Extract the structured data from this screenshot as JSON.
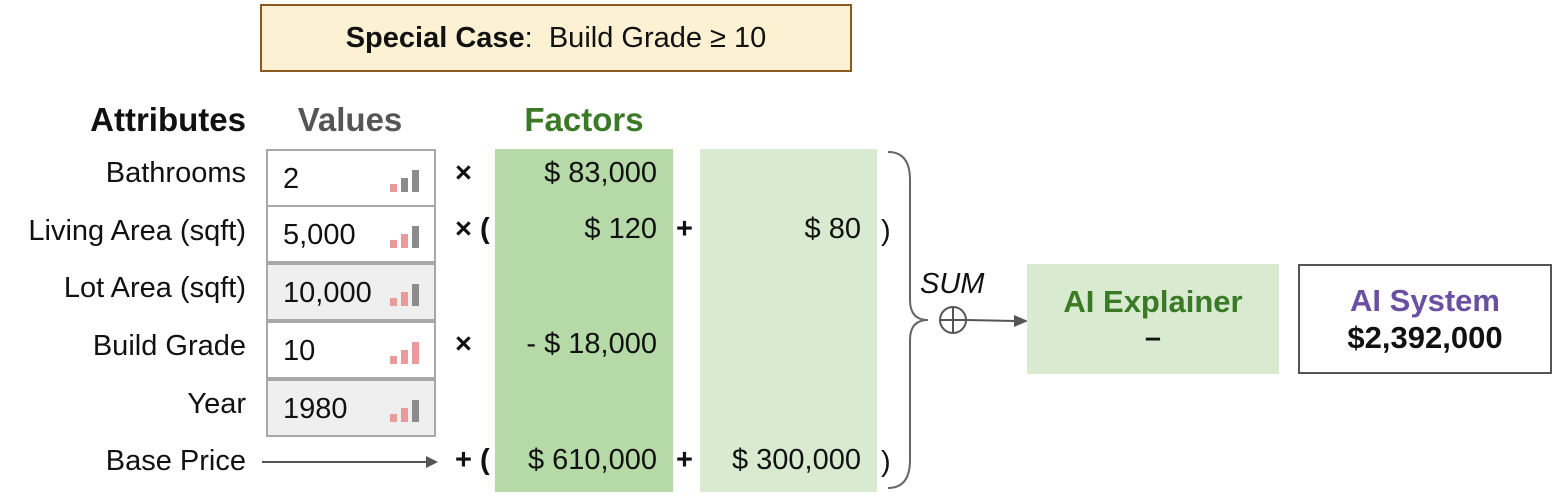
{
  "banner": {
    "label": "Special Case",
    "colon": ":",
    "condition": "Build Grade ≥ 10"
  },
  "headers": {
    "attributes": "Attributes",
    "values": "Values",
    "factors": "Factors"
  },
  "rows": [
    {
      "attribute": "Bathrooms",
      "value": "2",
      "op_left": "×",
      "factor": "$ 83,000",
      "plus": "",
      "factor2": "",
      "op_right": ""
    },
    {
      "attribute": "Living Area (sqft)",
      "value": "5,000",
      "op_left": "× (",
      "factor": "$ 120",
      "plus": "+",
      "factor2": "$ 80",
      "op_right": ")"
    },
    {
      "attribute": "Lot Area (sqft)",
      "value": "10,000",
      "op_left": "",
      "factor": "",
      "plus": "",
      "factor2": "",
      "op_right": ""
    },
    {
      "attribute": "Build Grade",
      "value": "10",
      "op_left": "×",
      "factor": "- $ 18,000",
      "plus": "",
      "factor2": "",
      "op_right": ""
    },
    {
      "attribute": "Year",
      "value": "1980",
      "op_left": "",
      "factor": "",
      "plus": "",
      "factor2": "",
      "op_right": ""
    }
  ],
  "base": {
    "attribute": "Base Price",
    "op_left": "+ (",
    "factor": "$ 610,000",
    "plus": "+",
    "factor2": "$ 300,000",
    "op_right": ")"
  },
  "sum_label": "SUM",
  "explainer": {
    "title": "AI Explainer",
    "value": "–"
  },
  "system": {
    "title": "AI System",
    "value": "$2,392,000"
  },
  "colors": {
    "dark_factor": "#b5d9a7",
    "light_factor": "#d8ebd0",
    "bar_red": "#e99a9a",
    "bar_gray": "#8c8c8c",
    "explainer_title": "#3a7a26",
    "system_title": "#6a4fa3",
    "banner_bg": "#fdf1d3"
  },
  "importance_bars": [
    {
      "levels": [
        1,
        1,
        0
      ]
    },
    {
      "levels": [
        1,
        1,
        0
      ]
    },
    {
      "levels": [
        1,
        1,
        0
      ]
    },
    {
      "levels": [
        1,
        1,
        1
      ]
    },
    {
      "levels": [
        1,
        1,
        0
      ]
    }
  ]
}
